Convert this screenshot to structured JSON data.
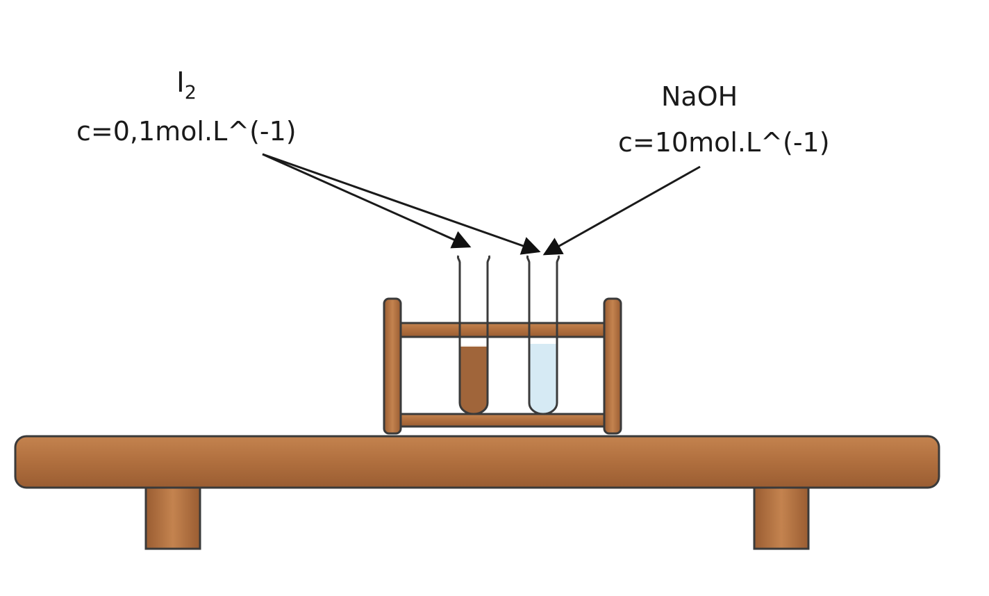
{
  "labels": {
    "iodine": {
      "symbol": "I",
      "subscript": "2",
      "concentration": "c=0,1mol.L^(-1)"
    },
    "naoh": {
      "name": "NaOH",
      "concentration": "c=10mol.L^(-1)"
    }
  },
  "colors": {
    "wood": "#b06f3e",
    "wood_dark": "#7a4524",
    "iodine_solution": "#a0653a",
    "naoh_solution": "#d6eaf4",
    "outline": "#3a3a3a"
  }
}
